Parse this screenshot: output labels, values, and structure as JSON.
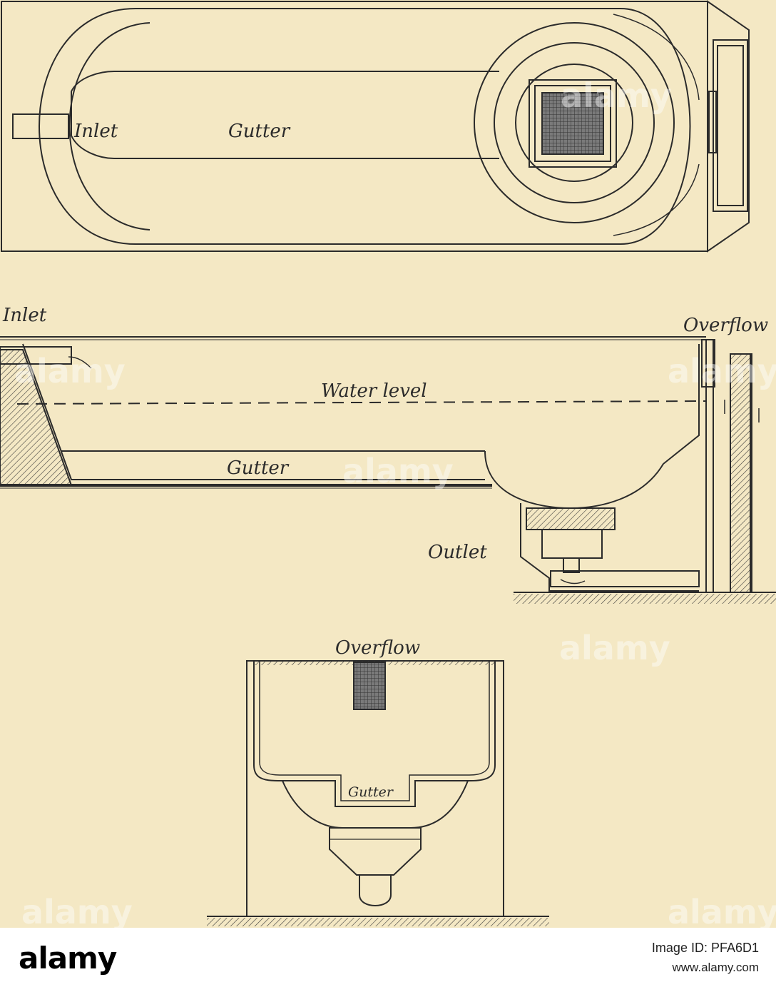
{
  "labels": {
    "top_inlet": "Inlet",
    "top_gutter": "Gutter",
    "side_inlet": "Inlet",
    "side_overflow": "Overflow",
    "water_level": "Water level",
    "side_gutter": "Gutter",
    "outlet": "Outlet",
    "end_overflow": "Overflow",
    "end_gutter": "Gutter"
  },
  "watermark": {
    "text": "alamy"
  },
  "footer": {
    "logo": "alamy",
    "image_id": "Image ID: PFA6D1",
    "url": "www.alamy.com"
  },
  "colors": {
    "paper": "#f4e8c4",
    "ink": "#2b2b2b",
    "footer_bg": "#ffffff"
  }
}
